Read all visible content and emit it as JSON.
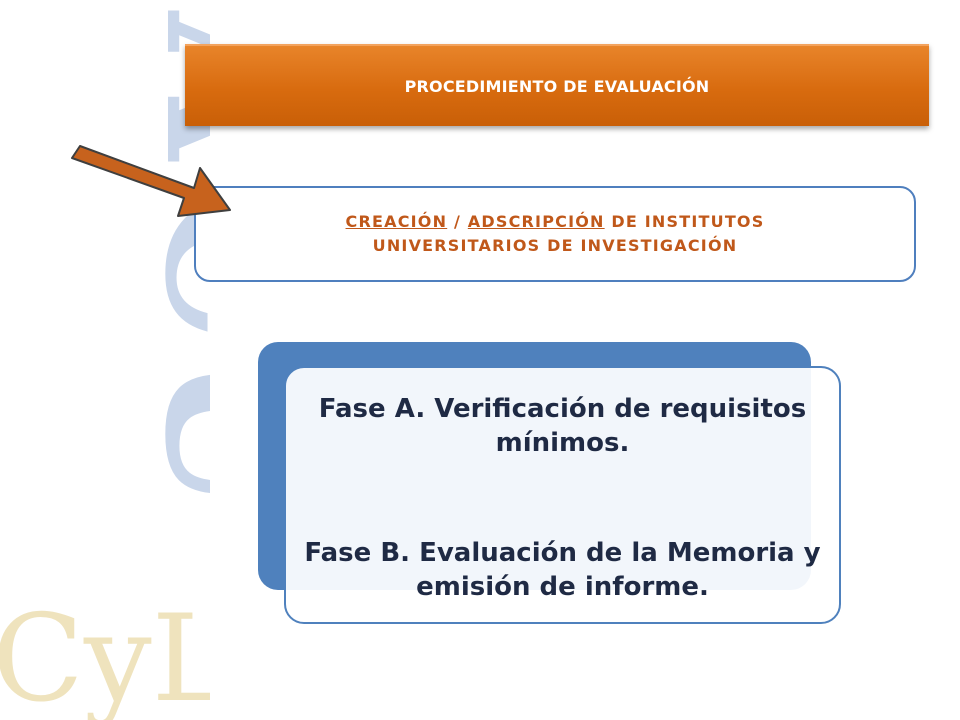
{
  "header": {
    "title": "PROCEDIMIENTO DE EVALUACIÓN"
  },
  "subject": {
    "creacion": "CREACIÓN",
    "separator": " / ",
    "adscripcion": "ADSCRIPCIÓN",
    "line1_rest": " DE INSTITUTOS",
    "line2": "UNIVERSITARIOS DE INVESTIGACIÓN"
  },
  "phases": [
    {
      "line1": "Fase A. Verificación de requisitos",
      "line2": "mínimos."
    },
    {
      "line1": "Fase B. Evaluación de la Memoria y",
      "line2": "emisión de informe."
    }
  ],
  "watermark": {
    "letters_blue": "ACU",
    "letters_yellow": "CyL"
  },
  "colors": {
    "header_orange": "#d86b0f",
    "subject_text": "#c0581a",
    "panel_blue": "#4f81bd",
    "watermark_blue": "#c9d6ea",
    "watermark_yellow": "#efe3bd"
  }
}
